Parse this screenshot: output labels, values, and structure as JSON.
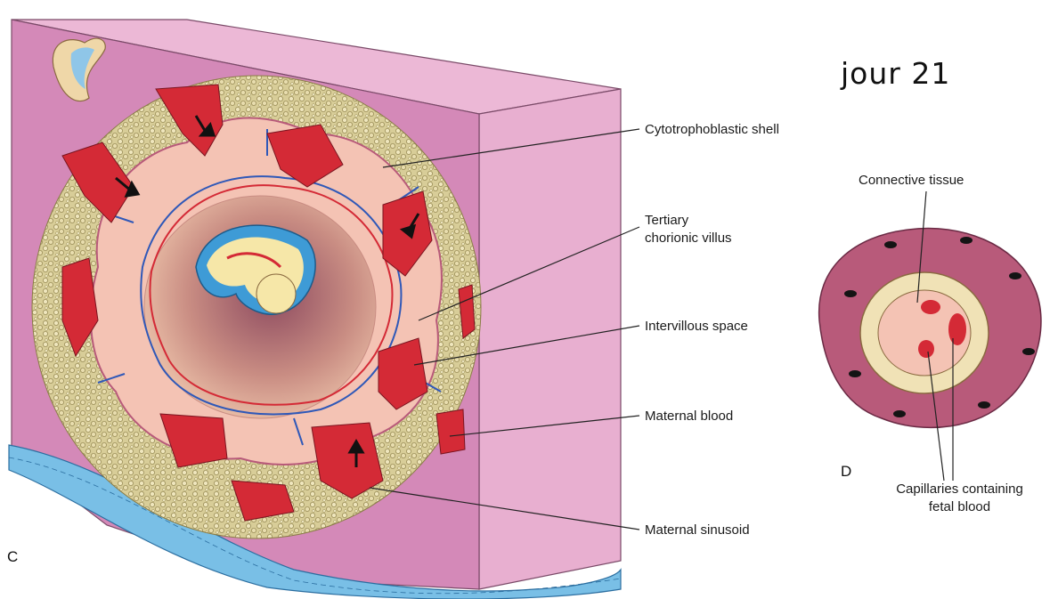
{
  "heading": "jour 21",
  "panel_c": {
    "letter": "C",
    "labels": {
      "cytotrophoblastic_shell": "Cytotrophoblastic shell",
      "tertiary_villus_line1": "Tertiary",
      "tertiary_villus_line2": "chorionic villus",
      "intervillous_space": "Intervillous space",
      "maternal_blood": "Maternal blood",
      "maternal_sinusoid": "Maternal sinusoid"
    }
  },
  "panel_d": {
    "letter": "D",
    "labels": {
      "connective_tissue": "Connective tissue",
      "capillaries_line1": "Capillaries containing",
      "capillaries_line2": "fetal blood"
    }
  },
  "colors": {
    "block_front": "#d489b8",
    "block_top": "#ecb8d6",
    "block_side": "#e8afd0",
    "shell": "#d9cf9c",
    "villus_pink": "#f4c3b4",
    "maternal_red": "#d42a36",
    "vessel_blue": "#2f58b8",
    "epithelium_blue": "#79bfe6",
    "villus_outer": "#b85a7a"
  }
}
